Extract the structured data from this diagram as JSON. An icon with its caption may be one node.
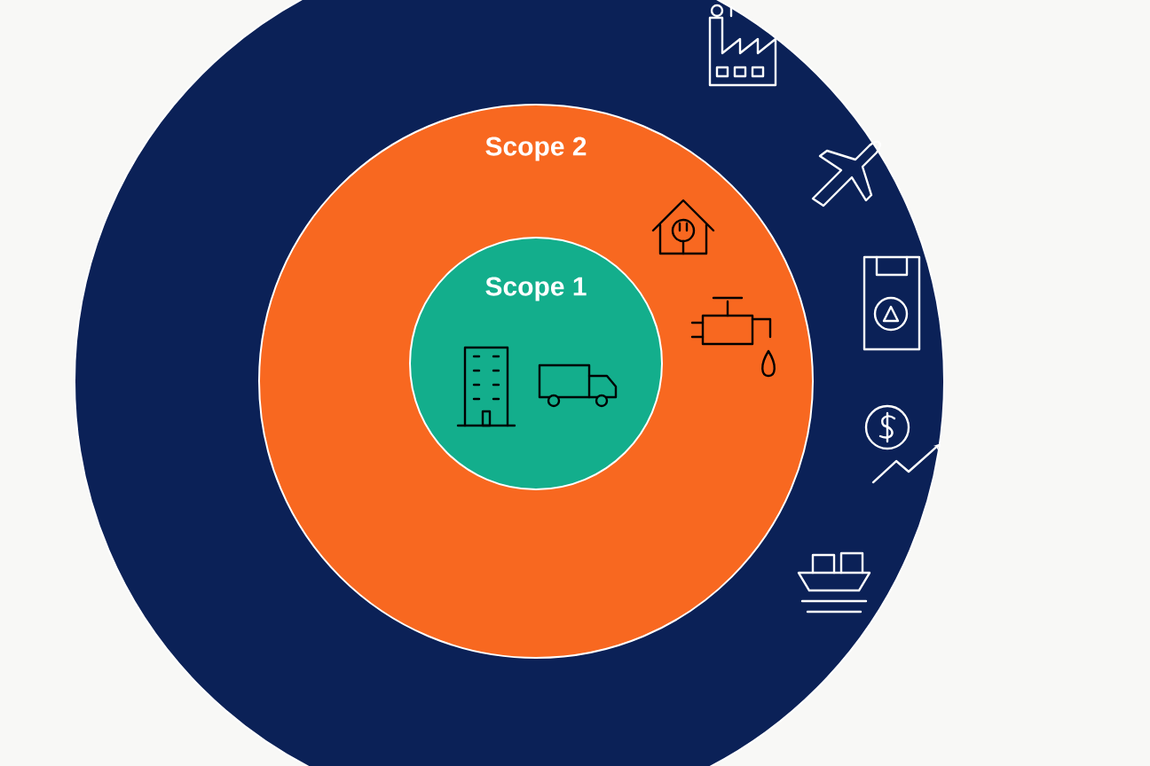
{
  "diagram": {
    "nodes": [
      {
        "text": [],
        "shape": "circle"
      },
      {
        "text": [
          "Scope 2"
        ],
        "in": 0
      },
      {
        "text": [
          "Scope 1"
        ],
        "in": 1
      }
    ]
  }
}
